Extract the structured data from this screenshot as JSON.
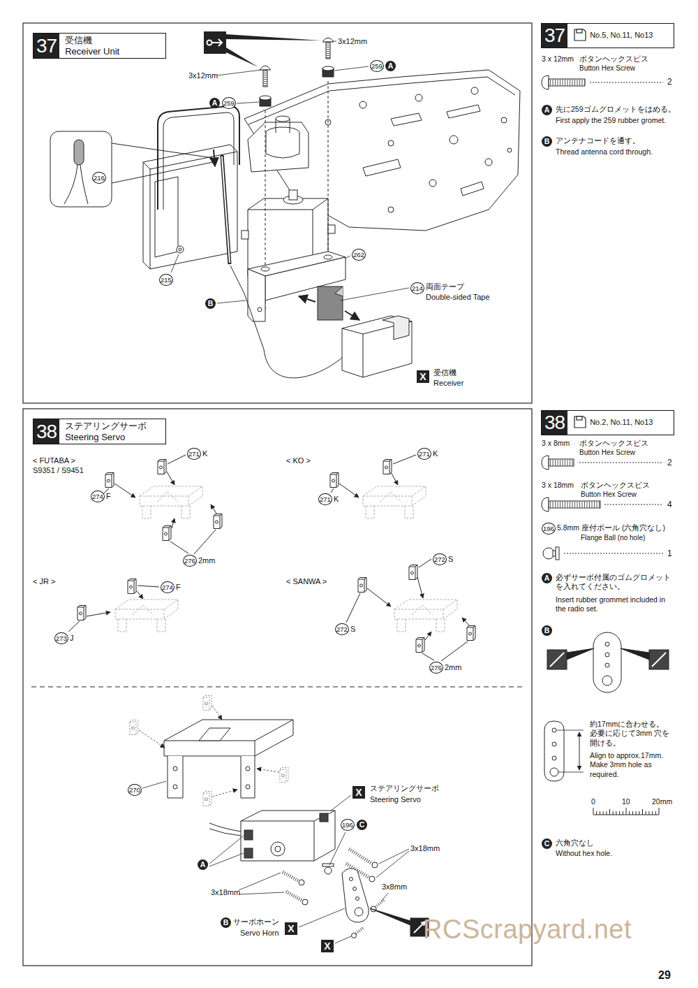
{
  "diagram": {
    "nodes": [
      {
        "text": [
          "37",
          "受信機",
          "Receiver Unit"
        ]
      },
      {
        "text": [
          "37",
          "No.5, No.11, No13"
        ]
      },
      {
        "text": [
          "38",
          "ステアリングサーボ",
          "Steering Servo"
        ]
      },
      {
        "text": [
          "38",
          "No.2, No.11, No13"
        ]
      }
    ],
    "labels": [
      "3x12mm",
      "3x12mm",
      "259",
      "A",
      "A",
      "259",
      "216",
      "215",
      "B",
      "262",
      "214",
      "両面テープ",
      "Double-sided Tape",
      "X",
      "受信機",
      "Receiver",
      "3 x 12mm",
      "ボタンヘックスビス",
      "Button Hex Screw",
      "2",
      "A",
      "先に259ゴムグロメットをはめる。",
      "First apply the 259 rubber gromet.",
      "B",
      "アンテナコードを通す。",
      "Thread antenna cord through.",
      "< FUTABA >",
      "S9351 / S9451",
      "271",
      "K",
      "274",
      "F",
      "276",
      "2mm",
      "< KO >",
      "271",
      "K",
      "271",
      "K",
      "< JR >",
      "274",
      "F",
      "273",
      "J",
      "< SANWA >",
      "272",
      "S",
      "272",
      "S",
      "276",
      "2mm",
      "270",
      "X",
      "ステアリングサーボ",
      "Steering Servo",
      "196",
      "C",
      "3x18mm",
      "A",
      "3x18mm",
      "3x8mm",
      "B",
      "サーボホーン",
      "Servo Horn",
      "X",
      "X",
      "3 x 8mm",
      "ボタンヘックスビス",
      "Button Hex Screw",
      "2",
      "3 x 18mm",
      "ボタンヘックスビス",
      "Button Hex Screw",
      "4",
      "196",
      "5.8mm 座付ボール (六角穴なし)",
      "Flange Ball (no hole)",
      "1",
      "A",
      "必ずサーボ付属のゴムグロメット を入れてください。",
      "Insert rubber grommet included in the radio set.",
      "B",
      "約17mmに合わせる。 必要に応じて3mm 穴を開ける。",
      "Align to approx.17mm. Make 3mm hole as required.",
      "0",
      "10",
      "20mm",
      "C",
      "六角穴なし",
      "Without hex hole.",
      "29",
      "RCScrapyard.net"
    ]
  }
}
